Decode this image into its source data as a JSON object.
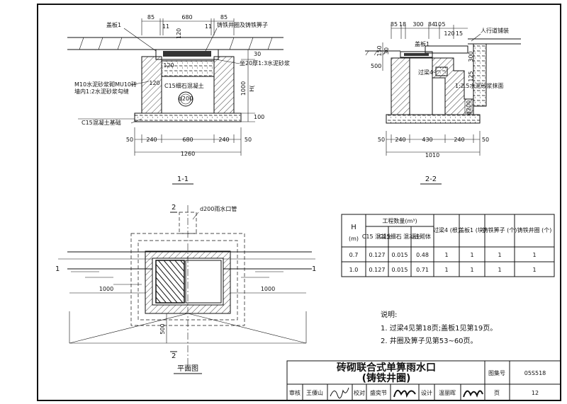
{
  "section_1_1": {
    "title": "1-1",
    "dims_top": [
      "85",
      "11",
      "680",
      "11",
      "85"
    ],
    "dim_120a": "120",
    "dim_120b": "120",
    "dim_120c": "120",
    "dim_30": "30",
    "dim_1000": "1000",
    "dim_H": "H(",
    "dim_100": "100",
    "dims_bottom": [
      "50",
      "240",
      "680",
      "240",
      "50"
    ],
    "dim_total": "1260",
    "labels": {
      "cover": "盖板1",
      "frame": "铸铁井圈及铸铁箅子",
      "mortar_bed": "坐20厚1:3水泥砂浆",
      "masonry": "M10水泥砂浆砌MU10砖",
      "pointing": "墙内1:2水泥砂浆勾缝",
      "fill": "C15细石混凝土",
      "pipe": "d200",
      "base": "C15混凝土基础"
    }
  },
  "section_2_2": {
    "title": "2-2",
    "dims_top": [
      "85",
      "18",
      "300",
      "84",
      "10",
      "5",
      "120",
      "15"
    ],
    "dim_150": "150",
    "dim_30": "30",
    "dim_500": "500",
    "dim_300": "300",
    "dim_125": "125",
    "dim_d200": "d200",
    "dims_bottom": [
      "50",
      "240",
      "430",
      "240",
      "50"
    ],
    "dim_total": "1010",
    "labels": {
      "cover": "盖板1",
      "sidewalk": "人行道铺装",
      "beam": "过梁4",
      "plaster": "1:2.5水泥砂浆抹面"
    }
  },
  "plan": {
    "title": "平面图",
    "pipe_label": "d200雨水口管",
    "cut_2": "2",
    "cut_1": "1",
    "dim_left": "1000",
    "dim_right": "1000",
    "dim_500": "500"
  },
  "table": {
    "h_header": "H",
    "h_unit": "(m)",
    "group_header": "工程数量(m³)",
    "col_c15_base": "C15 混凝土",
    "col_c15_fine": "C15细石 混凝土",
    "col_masonry": "砖砌体",
    "col_beam": "过梁4 (根)",
    "col_cover": "盖板1 (块)",
    "col_grate": "铸铁箅子 (个)",
    "col_ring": "铸铁井圈 (个)",
    "rows": [
      [
        "0.7",
        "0.127",
        "0.015",
        "0.48",
        "1",
        "1",
        "1",
        "1"
      ],
      [
        "1.0",
        "0.127",
        "0.015",
        "0.71",
        "1",
        "1",
        "1",
        "1"
      ]
    ]
  },
  "notes": {
    "heading": "说明:",
    "items": [
      "1. 过梁4见第18页;盖板1见第19页。",
      "2. 井圈及箅子见第53~60页。"
    ]
  },
  "titleblock": {
    "title_line1": "砖砌联合式单箅雨水口",
    "title_line2": "(铸铁井圈)",
    "atlas_label": "图集号",
    "atlas_no": "05S518",
    "page_label": "页",
    "page_no": "12",
    "review_label": "审核",
    "review_name": "王僳山",
    "check_label": "校对",
    "check_name": "盛奕节",
    "design_label": "设计",
    "design_name": "温丽晖"
  }
}
